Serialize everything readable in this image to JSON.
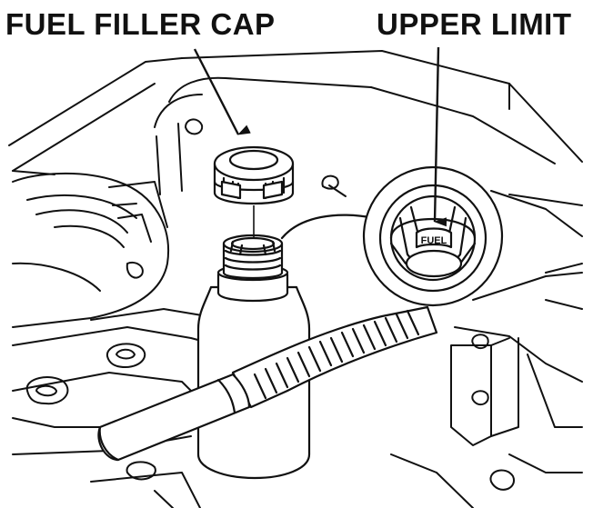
{
  "labels": {
    "fuel_filler_cap": "FUEL FILLER CAP",
    "upper_limit": "UPPER LIMIT",
    "tank_mark": "FUEL"
  },
  "colors": {
    "ink": "#111111",
    "paper": "#ffffff"
  }
}
